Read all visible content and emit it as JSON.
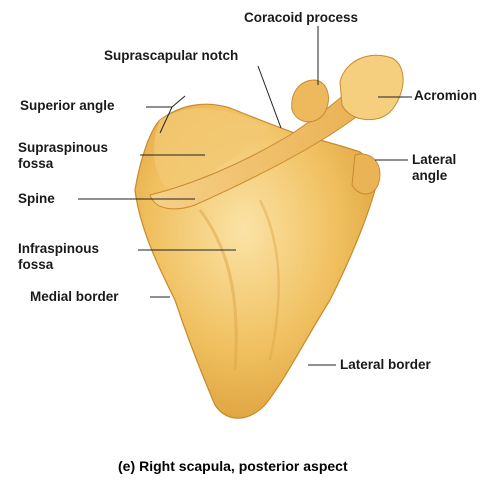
{
  "figure": {
    "part_label": "(e)",
    "caption": "Right scapula, posterior aspect"
  },
  "labels": {
    "coracoid_process": "Coracoid process",
    "suprascapular_notch": "Suprascapular notch",
    "acromion": "Acromion",
    "superior_angle": "Superior angle",
    "supraspinous_line1": "Supraspinous",
    "supraspinous_line2": "fossa",
    "lateral_angle_line1": "Lateral",
    "lateral_angle_line2": "angle",
    "spine": "Spine",
    "infraspinous_line1": "Infraspinous",
    "infraspinous_line2": "fossa",
    "medial_border": "Medial border",
    "lateral_border": "Lateral border"
  },
  "colors": {
    "bone_fill": "#f0c060",
    "bone_shadow": "#d99a35",
    "bone_highlight": "#fbe3a6",
    "leader_line": "#222222"
  }
}
